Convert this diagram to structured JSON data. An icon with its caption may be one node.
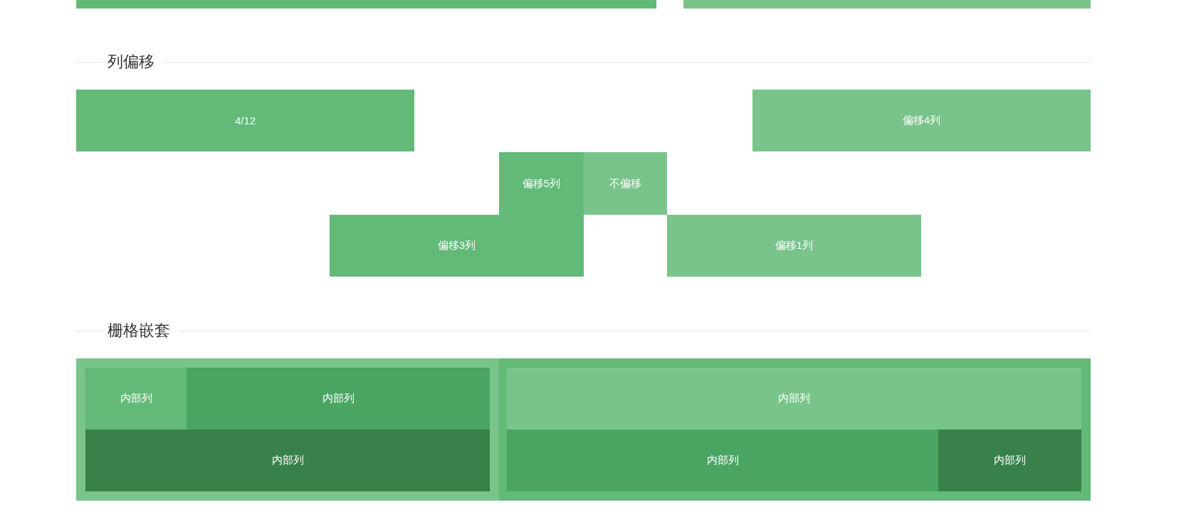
{
  "diagram": {
    "nodes": [
      {
        "text": [],
        "shape": "bar"
      },
      {
        "text": [],
        "shape": "bar"
      },
      {
        "text": [
          "4/12"
        ]
      },
      {
        "text": [
          "偏移4列"
        ]
      },
      {
        "text": [
          "偏移5列"
        ]
      },
      {
        "text": [
          "不偏移"
        ]
      },
      {
        "text": [
          "偏移3列"
        ]
      },
      {
        "text": [
          "偏移1列"
        ]
      },
      {
        "text": [],
        "shape": "box"
      },
      {
        "text": [
          "内部列"
        ],
        "in": 8
      },
      {
        "text": [
          "内部列"
        ],
        "in": 8
      },
      {
        "text": [
          "内部列"
        ],
        "in": 8
      },
      {
        "text": [],
        "shape": "box"
      },
      {
        "text": [
          "内部列"
        ],
        "in": 12
      },
      {
        "text": [
          "内部列"
        ],
        "in": 12
      },
      {
        "text": [
          "内部列"
        ],
        "in": 12
      }
    ],
    "labels": [
      "列偏移",
      "栅格嵌套"
    ]
  }
}
